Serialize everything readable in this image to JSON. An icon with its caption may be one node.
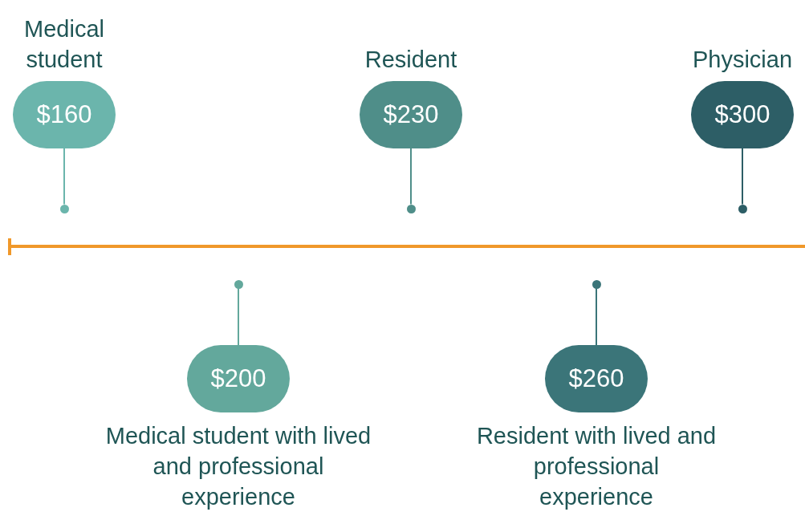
{
  "diagram": {
    "nodes": [
      {
        "text": [
          "Medical student",
          "$160"
        ]
      },
      {
        "text": [
          "Resident",
          "$230"
        ]
      },
      {
        "text": [
          "Physician",
          "$300"
        ]
      },
      {
        "text": [
          "$200",
          "Medical student with lived and professional experience"
        ]
      },
      {
        "text": [
          "$260",
          "Resident with lived and professional experience"
        ]
      },
      {
        "text": [],
        "shape": "circle"
      },
      {
        "text": [],
        "shape": "circle"
      },
      {
        "text": [],
        "shape": "circle"
      },
      {
        "text": [],
        "shape": "circle"
      },
      {
        "text": [],
        "shape": "circle"
      }
    ],
    "edges": [
      {
        "from": 0,
        "to": 5,
        "arrow": "none"
      },
      {
        "from": 1,
        "to": 6,
        "arrow": "none"
      },
      {
        "from": 2,
        "to": 7,
        "arrow": "none"
      },
      {
        "from": 3,
        "to": 8,
        "arrow": "none"
      },
      {
        "from": 4,
        "to": 9,
        "arrow": "none"
      }
    ]
  }
}
